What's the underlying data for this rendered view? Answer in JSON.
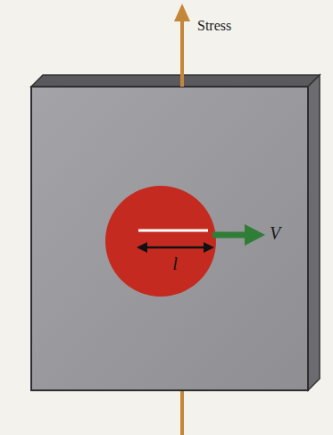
{
  "diagram": {
    "nodes": [
      {
        "text": [
          "l"
        ]
      }
    ],
    "labels": [
      "Stress",
      "V"
    ]
  }
}
